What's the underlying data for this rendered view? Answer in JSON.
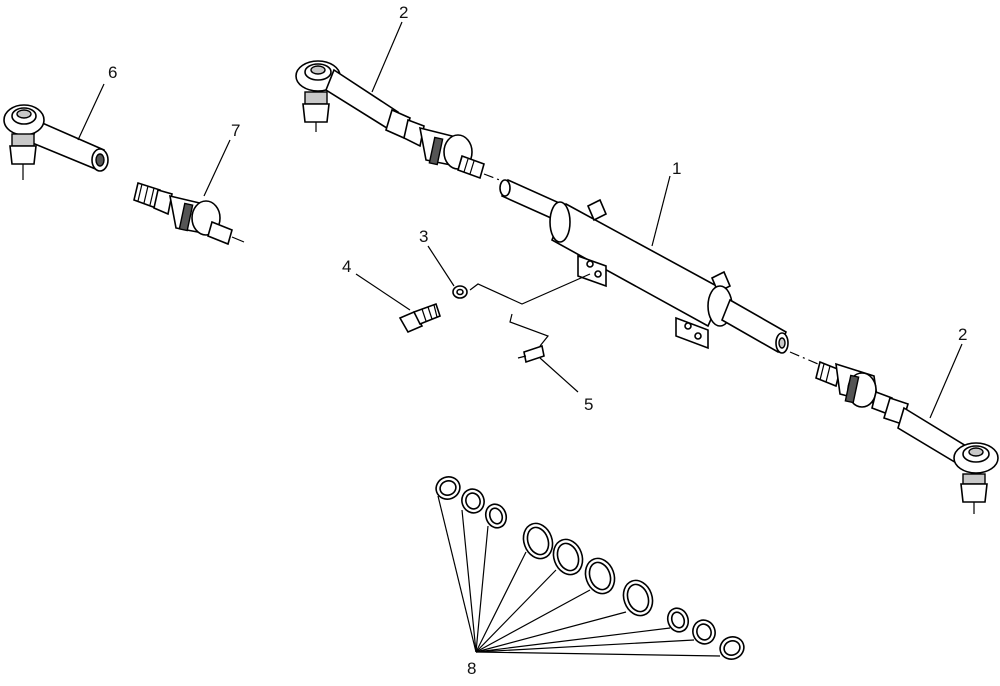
{
  "callouts": {
    "c1": "1",
    "c2a": "2",
    "c2b": "2",
    "c3": "3",
    "c4": "4",
    "c5": "5",
    "c6": "6",
    "c7": "7",
    "c8": "8"
  }
}
